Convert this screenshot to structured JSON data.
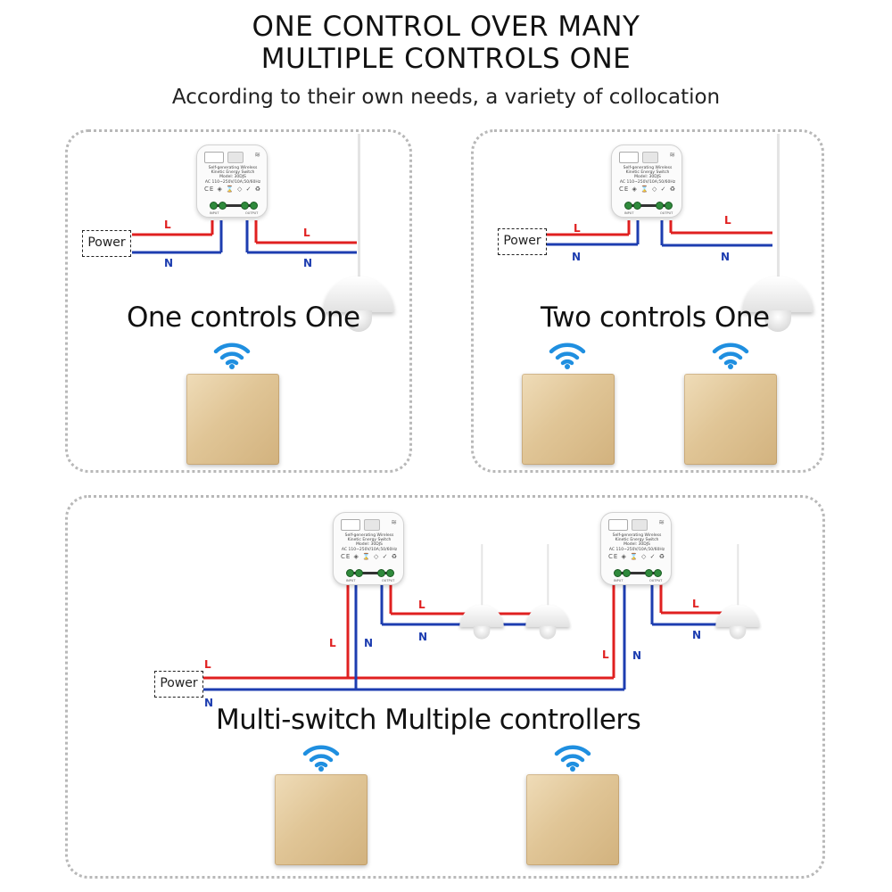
{
  "header": {
    "title_line1": "ONE CONTROL OVER MANY",
    "title_line2": "MULTIPLE CONTROLS ONE",
    "subtitle": "According to their own needs, a variety of collocation"
  },
  "panels": {
    "one_one": {
      "caption": "One controls One"
    },
    "two_one": {
      "caption": "Two controls One"
    },
    "multi": {
      "caption": "Multi-switch Multiple controllers"
    }
  },
  "labels": {
    "power": "Power",
    "live": "L",
    "neutral": "N"
  },
  "module": {
    "text_lines": [
      "Self-generating Wireless",
      "Kinetic Energy Switch",
      "Model: 30DJS",
      "AC 110~250V/10A;50/60Hz"
    ],
    "certs": "CE ◈ ⌛ ◇ ✓ ♻",
    "terminal_left": "INPUT",
    "terminal_right": "OUTPUT"
  },
  "icons": {
    "wifi": "wifi-signal-icon",
    "antenna": "wifi-icon"
  },
  "colors": {
    "live_wire": "#e02020",
    "neutral_wire": "#1d3db0",
    "switch_gold": "#e0c596",
    "panel_border": "#b8b8b8"
  }
}
